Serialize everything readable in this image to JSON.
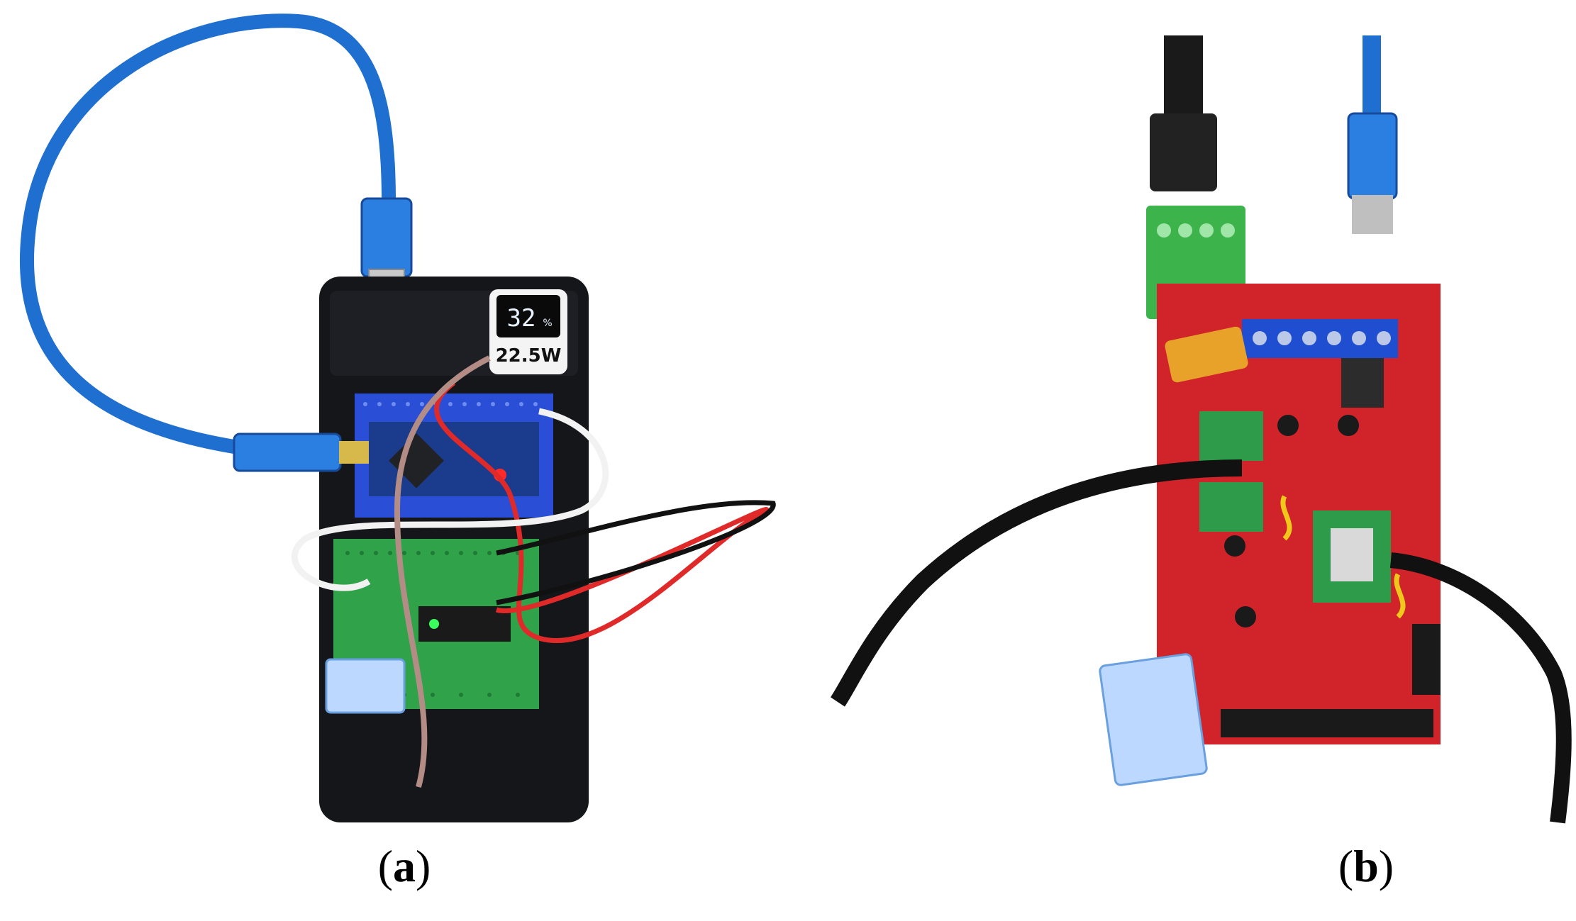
{
  "figure": {
    "panels": [
      {
        "id": "a",
        "caption_open": "(",
        "caption_letter": "a",
        "caption_close": ")",
        "power_bank_display": "32",
        "power_bank_display_unit": "%",
        "power_bank_label": "22.5W"
      },
      {
        "id": "b",
        "caption_open": "(",
        "caption_letter": "b",
        "caption_close": ")"
      }
    ]
  },
  "colors": {
    "usb_cable": "#1f6fd1",
    "power_bank": "#15161a",
    "perfboard_blue": "#2a4fd6",
    "perfboard_green": "#2fa24a",
    "ramps_board": "#d0232a",
    "terminal_green": "#3cb44b",
    "terminal_blue": "#1f4fd0",
    "wire_red": "#e02a2a",
    "wire_white": "#f2f2f2",
    "wire_black": "#111111",
    "wire_brown": "#b48c86"
  }
}
